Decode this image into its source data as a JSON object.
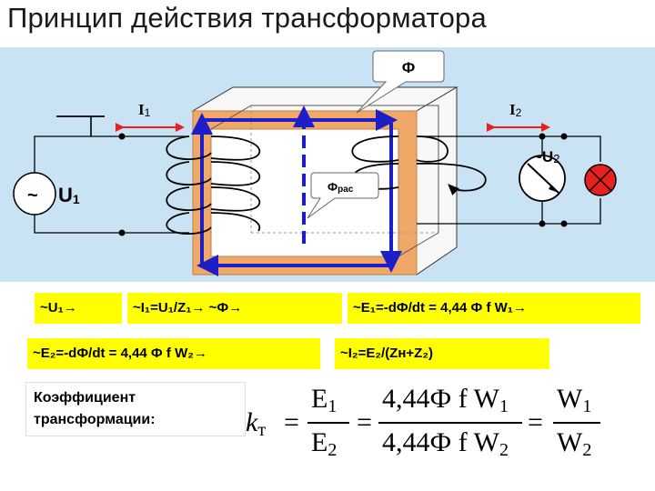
{
  "title": "Принцип действия трансформатора",
  "labels": {
    "flux": "Ф",
    "i1": "I",
    "i1_sub": "1",
    "i2": "I",
    "i2_sub": "2",
    "u1_tilde": "~",
    "u1": "U",
    "u1_sub": "1",
    "u2": "~U",
    "u2_sub": "2",
    "leak_main": "Ф",
    "leak_sub": "рас"
  },
  "equations": {
    "eq1": "~U₁→",
    "eq2": "~I₁=U₁/Z₁→   ~Ф→",
    "eq3": "~E₁=-dФ/dt = 4,44 Ф f W₁→",
    "eq4": "~E₂=-dФ/dt = 4,44 Ф f W₂→",
    "eq5": "~I₂=E₂/(Zн+Z₂)"
  },
  "coefficient": {
    "label_line1": "Коэффициент",
    "label_line2": "трансформации:",
    "k": "k",
    "k_sub": "т",
    "eq": "=",
    "num1": "E",
    "num1_sub": "1",
    "den1": "E",
    "den1_sub": "2",
    "num2": "4,44Ф f W",
    "num2_sub": "1",
    "den2": "4,44Ф f W",
    "den2_sub": "2",
    "num3": "W",
    "num3_sub": "1",
    "den3": "W",
    "den3_sub": "2"
  },
  "colors": {
    "core_fill": "#f0a868",
    "core_border": "#c08040",
    "flux_arrows": "#1e1ec8",
    "current_arrows": "#e82020",
    "lamp": "#e82020",
    "diagram_bg": "#c9e3f5",
    "highlight": "#ffff00"
  }
}
